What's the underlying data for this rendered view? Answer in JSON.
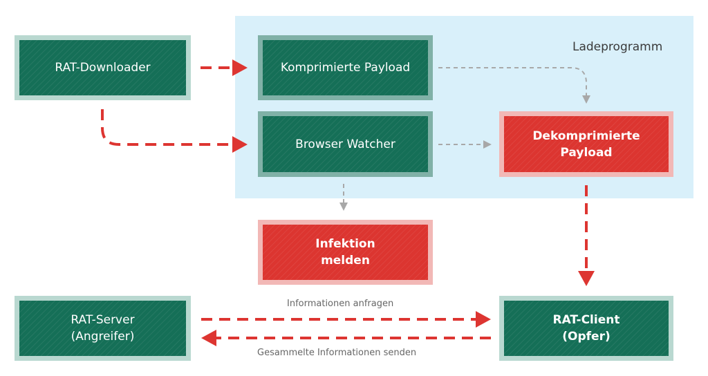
{
  "zone": {
    "label": "Ladeprogramm"
  },
  "nodes": {
    "rat_downloader": "RAT-Downloader",
    "komprimierte_payload": "Komprimierte Payload",
    "browser_watcher": "Browser Watcher",
    "dekomprimierte_payload": "Dekomprimierte\nPayload",
    "infektion_melden": "Infektion\nmelden",
    "rat_server": "RAT-Server\n(Angreifer)",
    "rat_client": "RAT-Client\n(Opfer)"
  },
  "edges": {
    "informationen_anfragen": "Informationen anfragen",
    "gesammelte_informationen_senden": "Gesammelte Informationen senden"
  },
  "colors": {
    "green": "#156f57",
    "red": "#dc3530",
    "zone": "#d9f0fa",
    "arrow_red": "#dd3531",
    "arrow_gray": "#a8a8a8"
  }
}
